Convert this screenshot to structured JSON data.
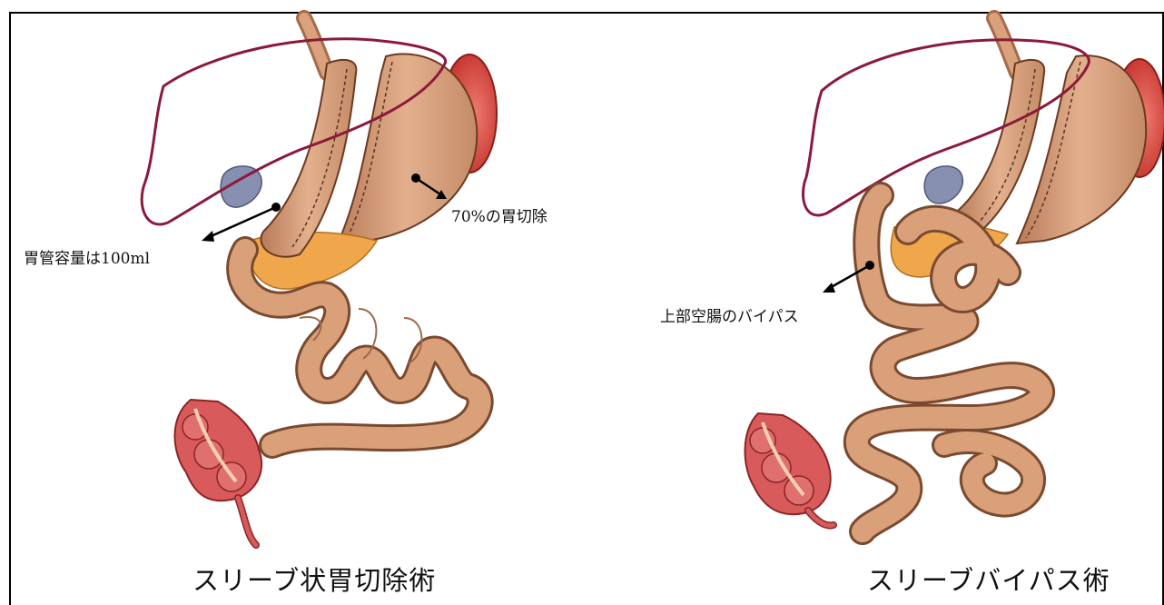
{
  "left_panel": {
    "annotation_sleeve_volume": "胃管容量は100ml",
    "annotation_resection": "70%の胃切除",
    "caption": "スリーブ状胃切除術"
  },
  "right_panel": {
    "annotation_bypass": "上部空腸のバイパス",
    "caption": "スリーブバイパス術"
  },
  "colors": {
    "liver_outline": "#8b1a3a",
    "stomach": "#d9a17c",
    "stomach_dark": "#a66b4a",
    "intestine": "#d9a07a",
    "pancreas": "#f0a64a",
    "spleen": "#d9433a",
    "gallbladder": "#8790b0",
    "colon": "#d85a5a",
    "frame": "#000000"
  }
}
